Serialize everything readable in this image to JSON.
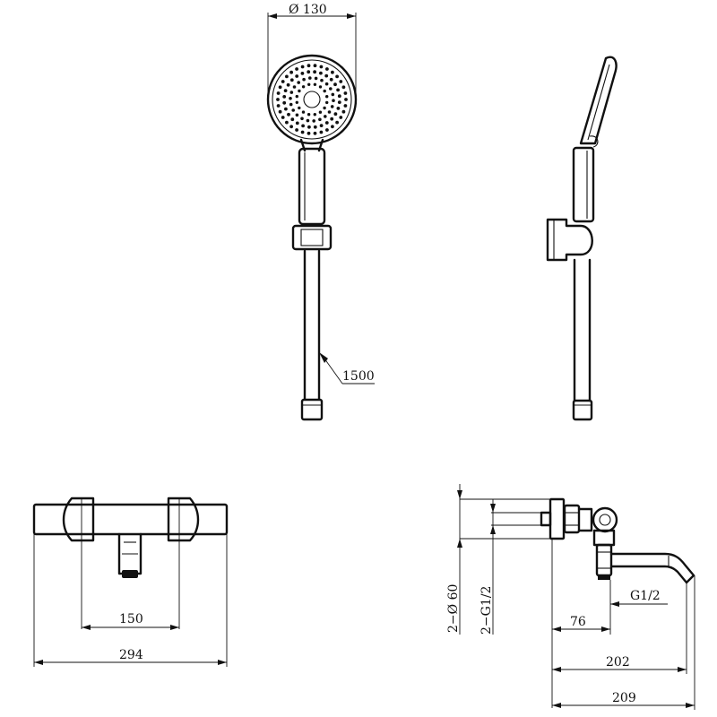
{
  "labels": {
    "head_diameter": "Ø 130",
    "hose_length": "1500",
    "centers_150": "150",
    "overall_294": "294",
    "body_dia": "2−Ø 60",
    "inlet_thread": "2−G1/2",
    "outlet_thread": "G1/2",
    "dim_76": "76",
    "dim_202": "202",
    "dim_209": "209"
  },
  "colors": {
    "line": "#111111",
    "background": "#ffffff"
  }
}
